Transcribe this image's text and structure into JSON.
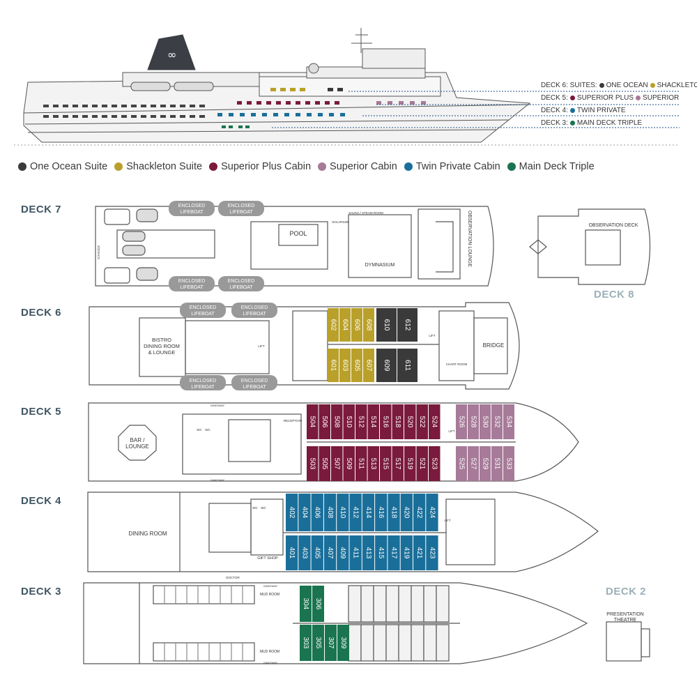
{
  "colors": {
    "one_ocean": "#3a3a3a",
    "shackleton": "#b9a02a",
    "superior_plus": "#7a1a3c",
    "superior": "#a67a98",
    "twin_private": "#1a6f9a",
    "main_deck_triple": "#1a7450",
    "deck_title": "#3f5563",
    "deck_title_light": "#9bb0b8",
    "wall": "#555555"
  },
  "legend": [
    {
      "label": "One Ocean Suite",
      "color": "#3a3a3a"
    },
    {
      "label": "Shackleton Suite",
      "color": "#b9a02a"
    },
    {
      "label": "Superior Plus Cabin",
      "color": "#7a1a3c"
    },
    {
      "label": "Superior Cabin",
      "color": "#a67a98"
    },
    {
      "label": "Twin Private Cabin",
      "color": "#1a6f9a"
    },
    {
      "label": "Main Deck Triple",
      "color": "#1a7450"
    }
  ],
  "deck_key": {
    "deck6_prefix": "DECK 6: SUITES:",
    "deck6_a": "ONE OCEAN",
    "deck6_b": "SHACKLETON",
    "deck5_prefix": "DECK 5:",
    "deck5_a": "SUPERIOR PLUS",
    "deck5_b": "SUPERIOR",
    "deck4_prefix": "DECK 4:",
    "deck4_a": "TWIN PRIVATE",
    "deck3_prefix": "DECK 3:",
    "deck3_a": "MAIN DECK TRIPLE"
  },
  "decks": {
    "d7": "DECK 7",
    "d8": "DECK 8",
    "d6": "DECK 6",
    "d5": "DECK 5",
    "d4": "DECK 4",
    "d3": "DECK 3",
    "d2": "DECK 2"
  },
  "rooms": {
    "enclosed_lifeboat_1": "ENCLOSED",
    "enclosed_lifeboat_2": "LIFEBOAT",
    "pool": "POOL",
    "dymnasium": "DYMNASIUM",
    "observation_lounge": "OBSERVATION LOUNGE",
    "observation_deck": "OBSERVATION DECK",
    "sauna": "SAUNA / STEAM ROOM",
    "solarium": "SOLARIUM",
    "zodiacs": "ZODIACS",
    "lift": "LIFT",
    "wc": "WC",
    "bistro_1": "BISTRO",
    "bistro_2": "DINING ROOM",
    "bistro_3": "& LOUNGE",
    "bridge": "BRIDGE",
    "chart_room": "CHART ROOM",
    "bar_1": "BAR /",
    "bar_2": "LOUNGE",
    "reception": "RECEPTION",
    "dining_room": "DINING ROOM",
    "gift_shop": "GIFT SHOP",
    "mud_room": "MUD ROOM",
    "doctor": "DOCTOR",
    "gangway": "GANGWAY",
    "presentation_1": "PRESENTATION",
    "presentation_2": "THEATRE"
  },
  "cabins": {
    "deck6_shackleton_top": [
      "602",
      "604",
      "606",
      "608"
    ],
    "deck6_shackleton_bottom": [
      "601",
      "603",
      "605",
      "607"
    ],
    "deck6_oneocean_top": [
      "610",
      "612"
    ],
    "deck6_oneocean_bottom": [
      "609",
      "611"
    ],
    "deck5_superiorplus_top": [
      "504",
      "506",
      "508",
      "510",
      "512",
      "514",
      "516",
      "518",
      "520",
      "522",
      "524"
    ],
    "deck5_superiorplus_bottom": [
      "503",
      "505",
      "507",
      "509",
      "511",
      "513",
      "515",
      "517",
      "519",
      "521",
      "523"
    ],
    "deck5_superior_top": [
      "526",
      "528",
      "530",
      "532",
      "534"
    ],
    "deck5_superior_bottom": [
      "525",
      "527",
      "529",
      "531",
      "533"
    ],
    "deck4_twin_top": [
      "402",
      "404",
      "406",
      "408",
      "410",
      "412",
      "414",
      "416",
      "418",
      "420",
      "422",
      "424"
    ],
    "deck4_twin_bottom": [
      "401",
      "403",
      "405",
      "407",
      "409",
      "411",
      "413",
      "415",
      "417",
      "419",
      "421",
      "423"
    ],
    "deck3_triple_top": [
      "304",
      "306"
    ],
    "deck3_triple_bottom": [
      "303",
      "305",
      "307",
      "309"
    ]
  }
}
